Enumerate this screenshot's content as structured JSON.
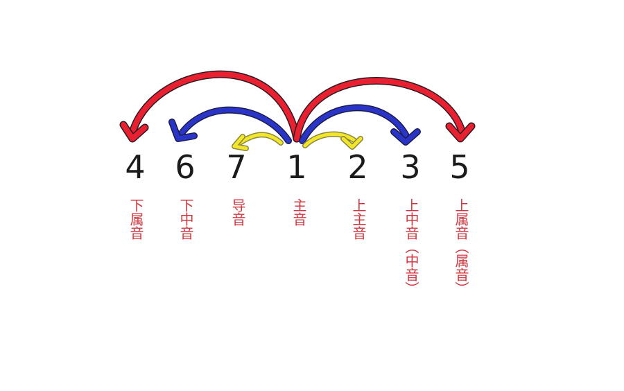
{
  "colors": {
    "digit": "#1b1b1b",
    "label": "#d0363f",
    "red_arrow": "#e8202f",
    "blue_arrow": "#2a35c8",
    "yellow_arrow": "#f2e62a",
    "yellow_edge": "#8a8540",
    "arrow_edge": "#2a1b24"
  },
  "degrees": [
    {
      "digit": "4",
      "label": "下属音"
    },
    {
      "digit": "6",
      "label": "下中音"
    },
    {
      "digit": "7",
      "label": "导音"
    },
    {
      "digit": "1",
      "label": "主音"
    },
    {
      "digit": "2",
      "label": "上主音"
    },
    {
      "digit": "3",
      "label": "上中音（中音）"
    },
    {
      "digit": "5",
      "label": "上属音（属音）"
    }
  ],
  "arrows": [
    {
      "from": "1",
      "to": "4",
      "color": "red"
    },
    {
      "from": "1",
      "to": "5",
      "color": "red"
    },
    {
      "from": "1",
      "to": "6",
      "color": "blue"
    },
    {
      "from": "1",
      "to": "3",
      "color": "blue"
    },
    {
      "from": "1",
      "to": "7",
      "color": "yellow"
    },
    {
      "from": "1",
      "to": "2",
      "color": "yellow"
    }
  ]
}
